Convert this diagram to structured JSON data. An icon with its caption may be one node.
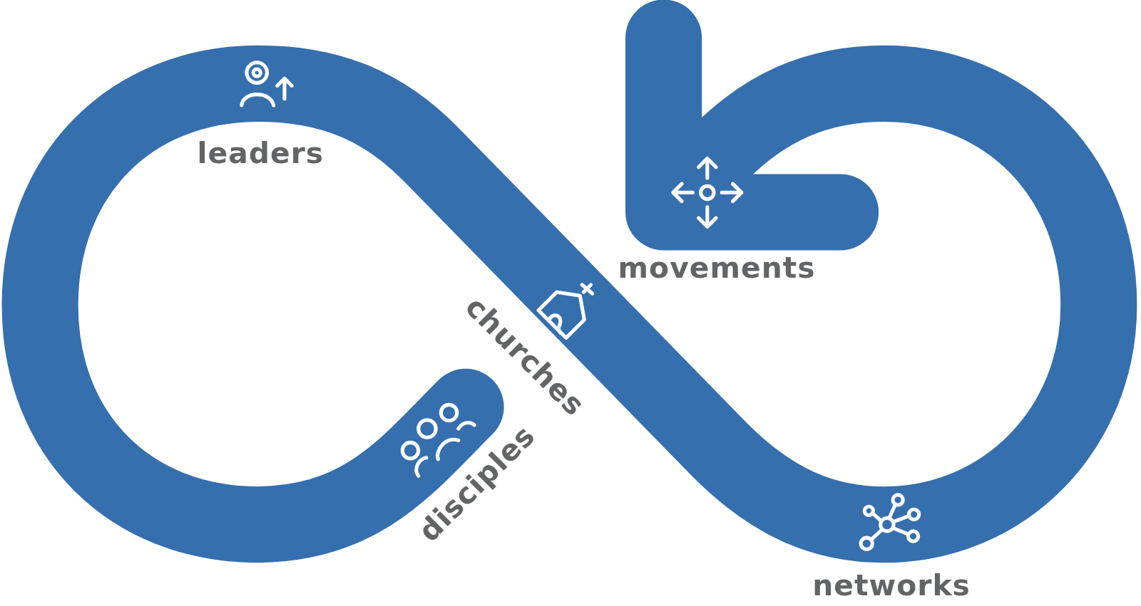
{
  "diagram": {
    "labels": [
      "leaders",
      "movements",
      "churches",
      "disciples",
      "networks"
    ]
  }
}
